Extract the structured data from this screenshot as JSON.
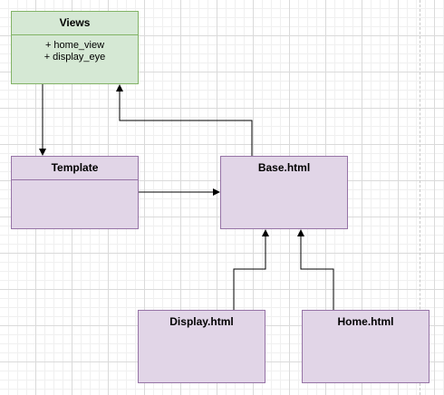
{
  "diagram": {
    "views": {
      "title": "Views",
      "members": [
        "+ home_view",
        "+ display_eye"
      ]
    },
    "template": {
      "title": "Template"
    },
    "base": {
      "title": "Base.html"
    },
    "display": {
      "title": "Display.html"
    },
    "home": {
      "title": "Home.html"
    }
  },
  "colors": {
    "green_fill": "#d5e8d4",
    "green_stroke": "#82b366",
    "purple_fill": "#e1d5e7",
    "purple_stroke": "#9673a6",
    "arrow": "#000000"
  }
}
